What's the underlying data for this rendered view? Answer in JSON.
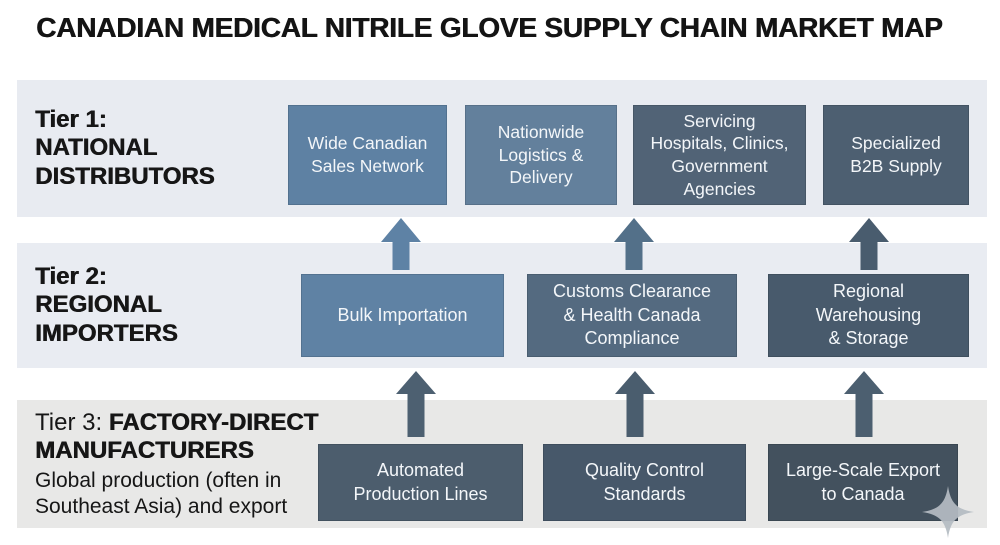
{
  "title": "CANADIAN MEDICAL NITRILE GLOVE SUPPLY CHAIN MARKET MAP",
  "tiers": [
    {
      "band_color": "#e8ebf1",
      "label": {
        "prefix": "Tier 1:",
        "line1": "NATIONAL",
        "line2": "DISTRIBUTORS"
      },
      "boxes": [
        {
          "label": "Wide Canadian\nSales Network",
          "color": "#5e81a3"
        },
        {
          "label": "Nationwide\nLogistics &\nDelivery",
          "color": "#63809c"
        },
        {
          "label": "Servicing\nHospitals, Clinics,\nGovernment\nAgencies",
          "color": "#516376"
        },
        {
          "label": "Specialized\nB2B Supply",
          "color": "#4d5f71"
        }
      ]
    },
    {
      "band_color": "#e9ecf2",
      "label": {
        "prefix": "Tier 2:",
        "line1": "REGIONAL",
        "line2": "IMPORTERS"
      },
      "boxes": [
        {
          "label": "Bulk Importation",
          "color": "#5f82a4"
        },
        {
          "label": "Customs Clearance\n& Health Canada\nCompliance",
          "color": "#546a80"
        },
        {
          "label": "Regional\nWarehousing\n& Storage",
          "color": "#485a6c"
        }
      ]
    },
    {
      "band_color": "#e8e8e7",
      "label": {
        "prefix": "Tier 3: ",
        "line1": "FACTORY-DIRECT",
        "line2": "MANUFACTURERS",
        "caption_line1": "Global production (often in",
        "caption_line2": "Southeast Asia) and export"
      },
      "boxes": [
        {
          "label": "Automated\nProduction Lines",
          "color": "#4c5d6d"
        },
        {
          "label": "Quality Control\nStandards",
          "color": "#47586a"
        },
        {
          "label": "Large-Scale Export\nto Canada",
          "color": "#43515e"
        }
      ]
    }
  ],
  "arrows": {
    "tier2_to_tier1": [
      "#5e82a5",
      "#537089",
      "#495c6e"
    ],
    "tier3_to_tier2": [
      "#4d6071",
      "#4a5d6e",
      "#4c5f70"
    ]
  },
  "decorations": {
    "sparkle_color": "#b5bcc3"
  }
}
